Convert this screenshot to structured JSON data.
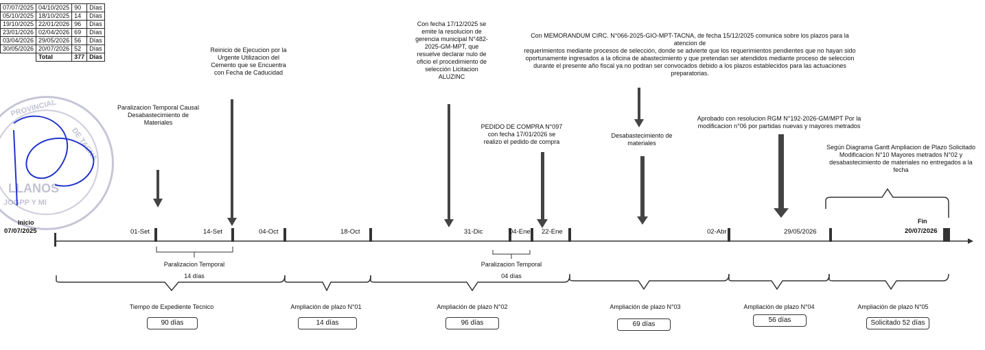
{
  "table": {
    "rows": [
      [
        "07/07/2025",
        "04/10/2025",
        "90",
        "Días"
      ],
      [
        "05/10/2025",
        "18/10/2025",
        "14",
        "Días"
      ],
      [
        "19/10/2025",
        "22/01/2026",
        "96",
        "Días"
      ],
      [
        "23/01/2026",
        "02/04/2026",
        "69",
        "Días"
      ],
      [
        "03/04/2026",
        "29/05/2026",
        "56",
        "Días"
      ],
      [
        "30/05/2026",
        "20/07/2026",
        "52",
        "Días"
      ]
    ],
    "total_label": "Total",
    "total_value": "377",
    "total_unit": "Días"
  },
  "stamp": {
    "word": "LLANOS",
    "sub": "JOGPP Y MI",
    "arc1": "PROVINCIAL",
    "arc2": "DE TACNA"
  },
  "notes": {
    "n1": "Paralizacion Temporal Causal\nDesabastecimiento de\nMateriales",
    "n2": "Reinicio de Ejecucion por la\nUrgente Utilizacion del\nCemento que se Encuentra\ncon Fecha de Caducidad",
    "n3": "Con fecha 17/12/2025 se\nemite la resolucion de\ngerencia municipal N°482-\n2025-GM-MPT, que\nresuelve declarar nulo de\noficio el procedimiento de\nselección Licitacion\nALUZINC",
    "n4": "PEDIDO DE COMPRA N°097\ncon fecha 17/01/2026 se\nrealizo el pedido de compra",
    "n5": "Con MEMORANDUM CIRC. N°066-2025-GIO-MPT-TACNA, de fecha 15/12/2025 comunica sobre los plazos para la atencion de\nrequerimientos mediante procesos de selección, donde se advierte que los requerimientos pendientes que no hayan sido\noportunamente ingresados a la oficina de abastecimiento y que pretendan ser atendidos mediante proceso de seleccion\ndurante el presente año fiscal ya no podran ser convocados debido a los plazos establecidos para las actuaciones\npreparatorias.",
    "n6": "Desabastecimiento de\nmateriales",
    "n7": "Aprobado con resolucion RGM N°192-2026-GM/MPT Por la\nmodificacion n°06 por partidas nuevas y mayores metrados",
    "n8": "Según Diagrama Gantt Ampliacion de Plazo Solicitado\nModificacion N°10  Mayores metrados N°02 y\ndesabastecimiento de materiales no entregados a la\nfecha"
  },
  "timeline": {
    "start_label": "Inicio",
    "start_date": "07/07/2025",
    "end_label": "Fin",
    "end_date": "20/07/2026",
    "ticks": [
      "01-Set",
      "14-Set",
      "04-Oct",
      "18-Oct",
      "31-Dic",
      "04-Ene",
      "22-Ene",
      "02-Abr",
      "29/05/2026"
    ]
  },
  "paralizaciones": [
    {
      "title": "Paralizacion Temporal",
      "days": "14 días"
    },
    {
      "title": "Paralizacion Temporal",
      "days": "04 días"
    }
  ],
  "periods": [
    {
      "title": "Tiempo de Expediente Tecnico",
      "value": "90 días"
    },
    {
      "title": "Ampliación de plazo N°01",
      "value": "14 días"
    },
    {
      "title": "Ampliación de plazo N°02",
      "value": "96 días"
    },
    {
      "title": "Ampliación de plazo N°03",
      "value": "69 días"
    },
    {
      "title": "Ampliación de plazo N°04",
      "value": "56 días"
    },
    {
      "title": "Ampliación de plazo N°05",
      "value": "Solicitado 52 días"
    }
  ],
  "colors": {
    "line": "#333333",
    "arrow": "#444444",
    "stamp": "#5a5a8c",
    "signature": "#2233cc"
  }
}
